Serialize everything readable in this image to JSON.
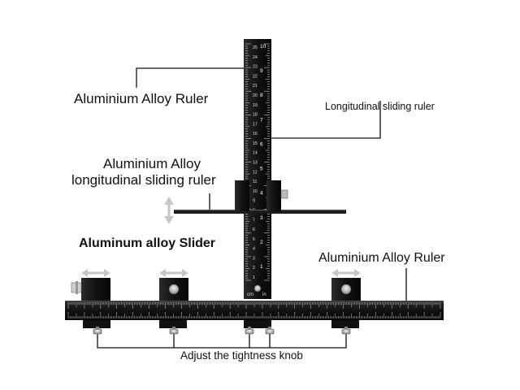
{
  "labels": {
    "ruler_top": "Aluminium Alloy Ruler",
    "longitudinal_sliding_ruler": "Longitudinal sliding ruler",
    "alloy_line1": "Aluminium Alloy",
    "alloy_line2": "longitudinal sliding ruler",
    "slider": "Aluminum alloy Slider",
    "ruler_right": "Aluminium Alloy Ruler",
    "knob": "Adjust the tightness knob"
  },
  "vertical_ruler": {
    "inch_marks": [
      "10",
      "9",
      "8",
      "7",
      "6",
      "5",
      "4",
      "3",
      "2",
      "1"
    ],
    "cm_marks": [
      "25",
      "24",
      "23",
      "22",
      "21",
      "20",
      "19",
      "18",
      "17",
      "16",
      "15",
      "14",
      "13",
      "12",
      "11",
      "10",
      "9",
      "8",
      "7",
      "6",
      "5",
      "4",
      "3",
      "2",
      "1"
    ],
    "unit_cm": "cm",
    "unit_in": "in"
  },
  "colors": {
    "ruler_body": "#161616",
    "slider_body": "#1a1a1a",
    "callout_line": "#111111",
    "arrow_grey": "#c8c8c8"
  }
}
